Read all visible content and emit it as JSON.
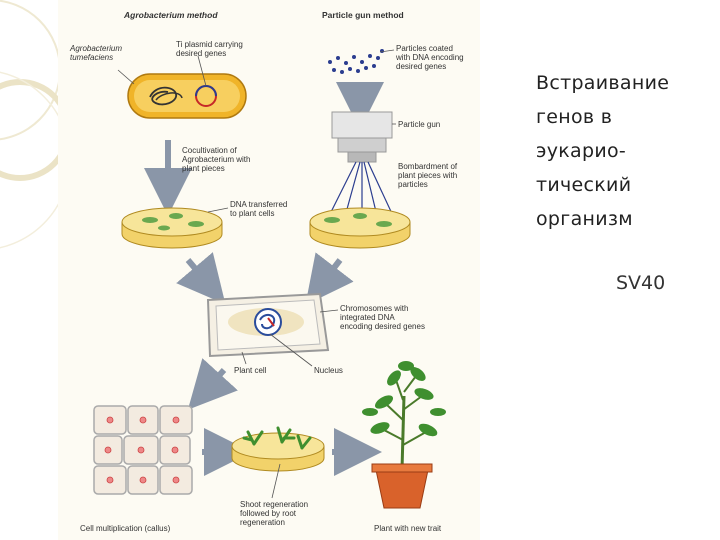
{
  "slide": {
    "title": "Встраивание\nгенов в\nэукарио-\nтический\nорганизм",
    "subtitle": "SV40"
  },
  "figure": {
    "agro_header": "Agrobacterium method",
    "gun_header": "Particle gun method",
    "labels": {
      "agro_name": "Agrobacterium\ntumefaciens",
      "ti_plasmid": "Ti plasmid carrying\ndesired genes",
      "particles": "Particles coated\nwith DNA encoding\ndesired genes",
      "particle_gun": "Particle gun",
      "cocultivation": "Cocultivation of\nAgrobacterium with\nplant pieces",
      "bombardment": "Bombardment of\nplant pieces with\nparticles",
      "dna_transferred": "DNA transferred\nto plant cells",
      "chromosomes": "Chromosomes with\nintegrated DNA\nencoding desired genes",
      "plant_cell": "Plant cell",
      "nucleus": "Nucleus",
      "shoot_regen": "Shoot regeneration\nfollowed by root\nregeneration",
      "callus": "Cell multiplication (callus)",
      "plant_trait": "Plant with new trait"
    }
  },
  "colors": {
    "accent_ring": "#e8ddb8",
    "bacterium": "#f0b429",
    "dish": "#f2d26a",
    "arrow": "#8a96a8",
    "plant": "#3f8f2f",
    "pot": "#d9622b",
    "nucleus": "#2a4c9c"
  }
}
